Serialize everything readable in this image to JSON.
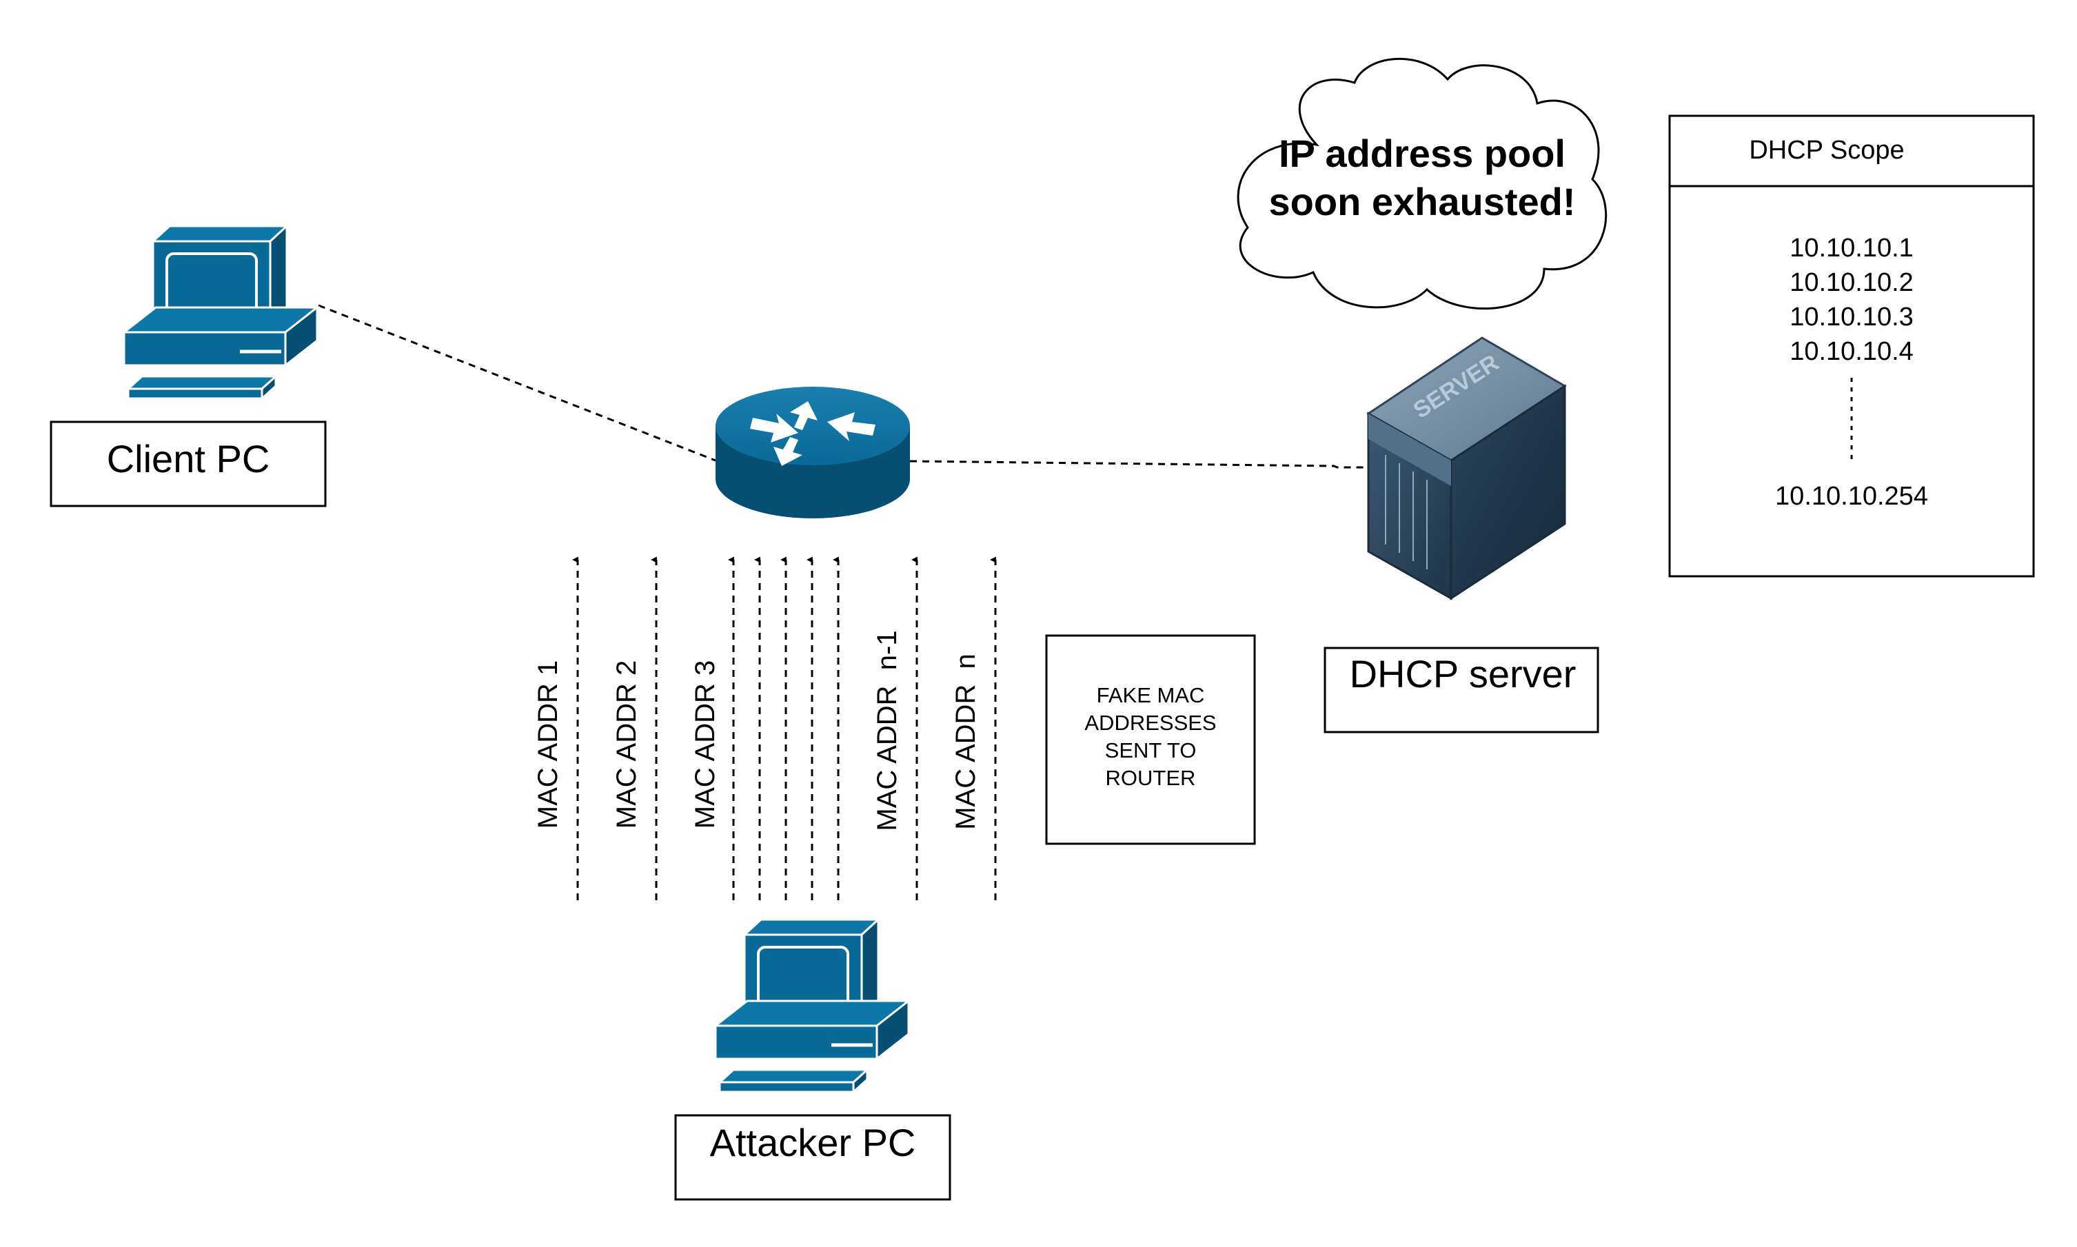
{
  "labels": {
    "client_pc": "Client PC",
    "attacker_pc": "Attacker PC",
    "dhcp_server": "DHCP server",
    "server_case": "SERVER"
  },
  "cloud": {
    "line1": "IP address pool",
    "line2": "soon exhausted!"
  },
  "note": {
    "lines": [
      "FAKE MAC",
      "ADDRESSES",
      "SENT TO",
      "ROUTER"
    ]
  },
  "scope": {
    "title": "DHCP Scope",
    "addresses": [
      "10.10.10.1",
      "10.10.10.2",
      "10.10.10.3",
      "10.10.10.4"
    ],
    "last": "10.10.10.254"
  },
  "arrows": [
    "MAC ADDR 1",
    "MAC ADDR 2",
    "MAC ADDR 3",
    "MAC ADDR  n-1",
    "MAC ADDR  n"
  ],
  "colors": {
    "device_blue": "#0a6a97",
    "device_dark": "#064f72",
    "server_top": "#6f8aa0",
    "server_body": "#304a5e"
  },
  "icons": [
    "desktop-computer-icon",
    "router-icon",
    "server-icon",
    "cloud-icon"
  ]
}
